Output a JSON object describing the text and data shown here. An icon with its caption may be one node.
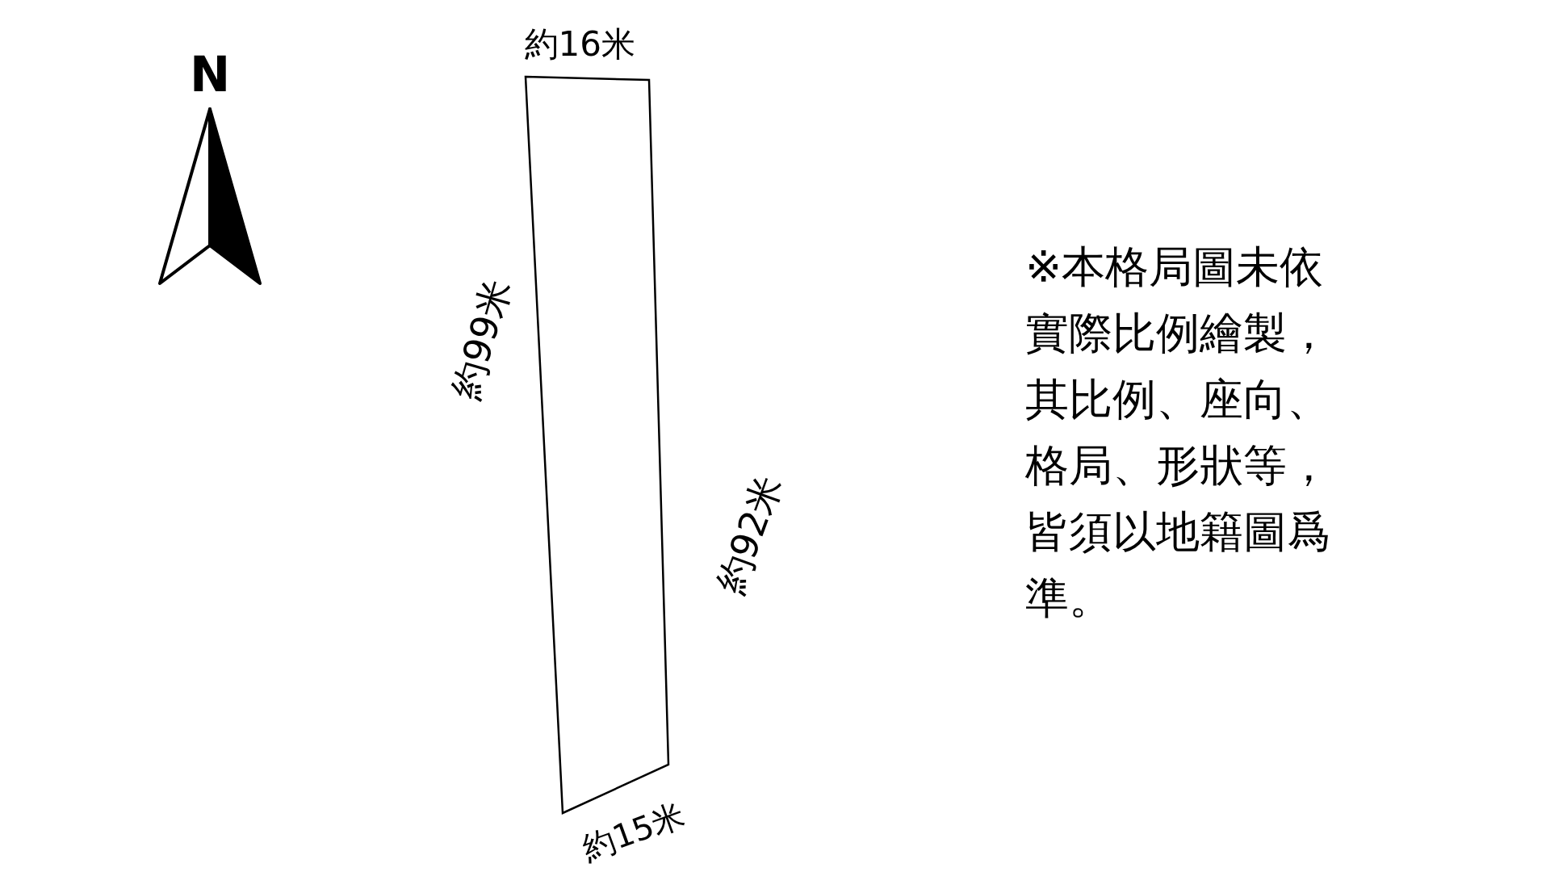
{
  "diagram": {
    "nodes": [
      {
        "text": [],
        "shape": "box"
      }
    ],
    "labels": [
      "N",
      "約16米",
      "約99米",
      "約92米",
      "約15米",
      "※本格局圖未依實際比例繪製，其比例、座向、格局、形狀等，皆須以地籍圖爲準。"
    ]
  }
}
